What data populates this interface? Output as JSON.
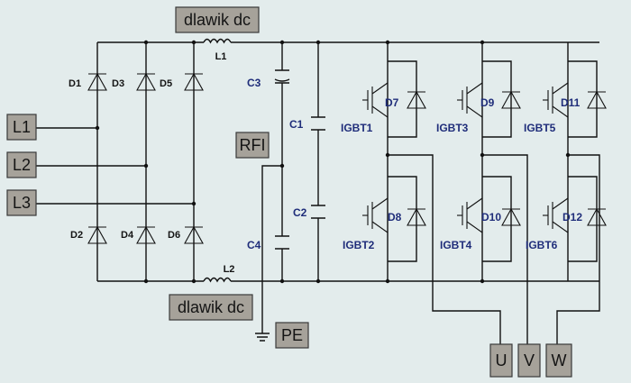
{
  "labels": {
    "dc_choke_top": "dlawik dc",
    "dc_choke_bottom": "dlawik dc",
    "rfi": "RFI",
    "pe": "PE",
    "inputs": [
      "L1",
      "L2",
      "L3"
    ],
    "outputs": [
      "U",
      "V",
      "W"
    ],
    "inductors": [
      "L1",
      "L2"
    ],
    "rectifier_diodes": [
      "D1",
      "D3",
      "D5",
      "D2",
      "D4",
      "D6"
    ],
    "capacitors": [
      "C3",
      "C4",
      "C1",
      "C2"
    ],
    "igbts": [
      "IGBT1",
      "IGBT3",
      "IGBT5",
      "IGBT2",
      "IGBT4",
      "IGBT6"
    ],
    "freewheel_diodes": [
      "D7",
      "D9",
      "D11",
      "D8",
      "D10",
      "D12"
    ]
  },
  "colors": {
    "background": "#e3ecec",
    "box_fill": "#a6a29a",
    "wire": "#111111",
    "component_label_blue": "#1f2d7a"
  }
}
